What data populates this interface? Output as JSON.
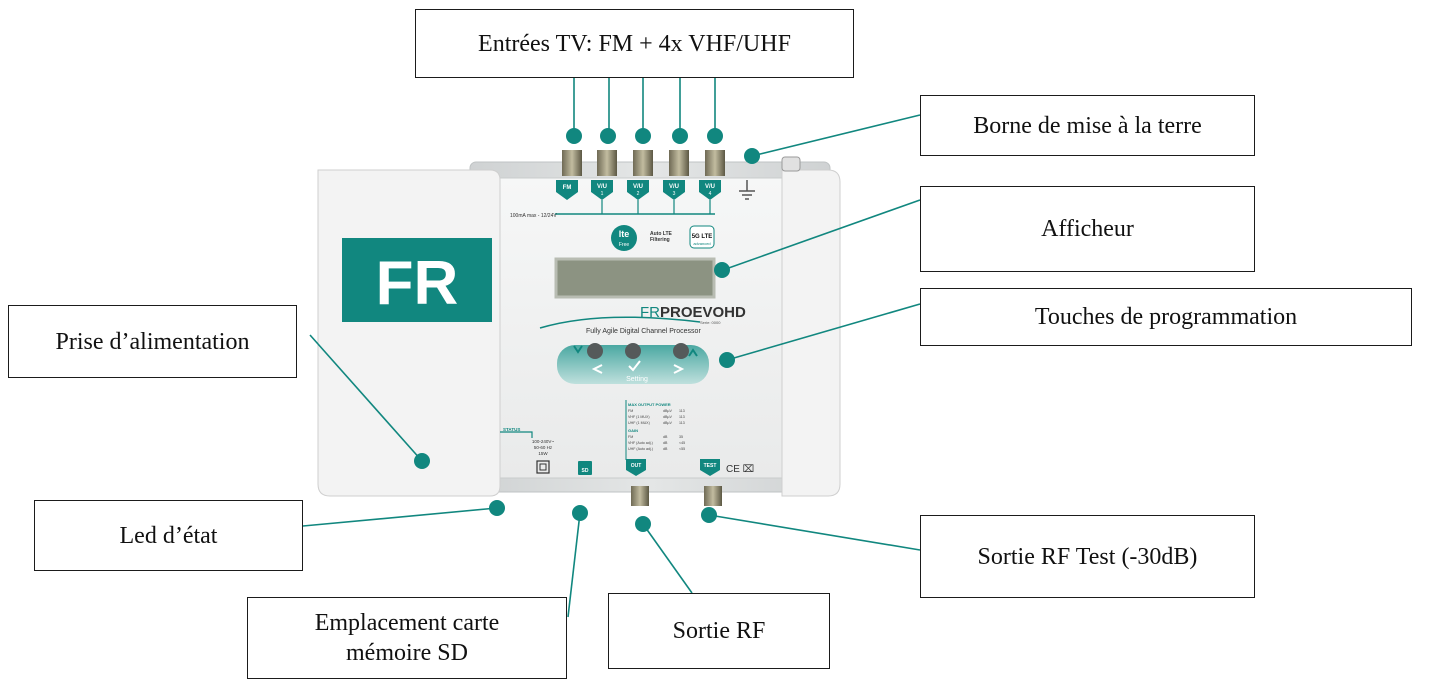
{
  "colors": {
    "accent": "#11877f",
    "label_border": "#1b1b1b",
    "device_body": "#d9dbdc",
    "device_panel": "#f2f3f3",
    "side_cover": "#f4f4f4",
    "lcd": "#8c9382"
  },
  "labels": {
    "inputs": "Entrées TV: FM + 4x VHF/UHF",
    "ground": "Borne de mise à la terre",
    "display": "Afficheur",
    "keys": "Touches de programmation",
    "power": "Prise d’alimentation",
    "led": "Led d’état",
    "test_out": "Sortie RF Test (-30dB)",
    "sd_slot_line1": "Emplacement carte",
    "sd_slot_line2": "mémoire  SD",
    "rf_out": "Sortie RF"
  },
  "device": {
    "logo": "FR",
    "inputs": [
      {
        "label": "FM",
        "number": ""
      },
      {
        "label": "V/U",
        "number": "1"
      },
      {
        "label": "V/U",
        "number": "2"
      },
      {
        "label": "V/U",
        "number": "3"
      },
      {
        "label": "V/U",
        "number": "4"
      }
    ],
    "supply_note": "100mA max - 12/24V",
    "lte_badge": "lte",
    "lte_badge_sub": "Free",
    "auto_lte_line1": "Auto LTE",
    "auto_lte_line2": "Filtering",
    "fiveg_badge": "5G LTE",
    "fiveg_sub": "advanced",
    "brand_prefix": "FR",
    "brand_main": "PROEVOHD",
    "series": "Serie: 0000",
    "subtitle": "Fully Agile Digital Channel Processor",
    "setting_label": "Setting",
    "status_label": "STATUS",
    "power_spec_line1": "100-240V~",
    "power_spec_line2": "50-60 Hz",
    "power_spec_line3": "15W",
    "sd_tag": "SD",
    "out_tag": "OUT",
    "test_tag": "TEST",
    "ce_marks": "CE ⌧",
    "spec_table": {
      "title1": "MAX OUTPUT POWER",
      "rows1": [
        [
          "FM",
          "dBµV",
          "113"
        ],
        [
          "VHF (1 MUX)",
          "dBµV",
          "113"
        ],
        [
          "UHF (1 MUX)",
          "dBµV",
          "113"
        ]
      ],
      "title2": "GAIN",
      "rows2": [
        [
          "FM",
          "dB",
          "35"
        ],
        [
          "VHF (Auto adj.)",
          "dB",
          "<45"
        ],
        [
          "UHF (Auto adj.)",
          "dB",
          "<55"
        ]
      ]
    }
  }
}
